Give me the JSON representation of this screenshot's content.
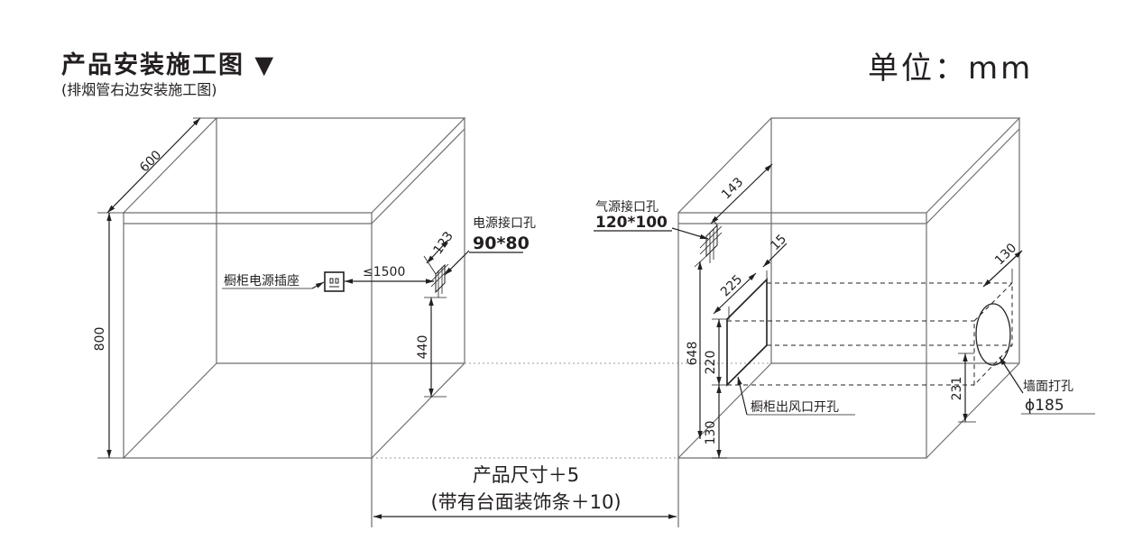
{
  "header": {
    "title": "产品安装施工图 ▼",
    "subtitle": "(排烟管右边安装施工图)",
    "unit": "单位：mm"
  },
  "left_cabinet": {
    "dim_depth": "600",
    "dim_height": "800",
    "socket_label": "橱柜电源插座",
    "socket_distance": "≤1500",
    "power_hole_label": "电源接口孔",
    "power_hole_size": "90*80",
    "power_hole_offset": "123",
    "power_hole_height": "440"
  },
  "right_cabinet": {
    "gas_hole_label": "气源接口孔",
    "gas_hole_size": "120*100",
    "gas_hole_offset": "143",
    "dim_648": "648",
    "dim_15": "15",
    "dim_225": "225",
    "dim_220": "220",
    "dim_130_bottom": "130",
    "vent_label": "橱柜出风口开孔",
    "dim_130_top": "130",
    "dim_231": "231",
    "wall_hole_label": "墙面打孔",
    "wall_hole_size": "ϕ185"
  },
  "bottom": {
    "size_line1": "产品尺寸＋5",
    "size_line2": "(带有台面装饰条＋10)"
  }
}
